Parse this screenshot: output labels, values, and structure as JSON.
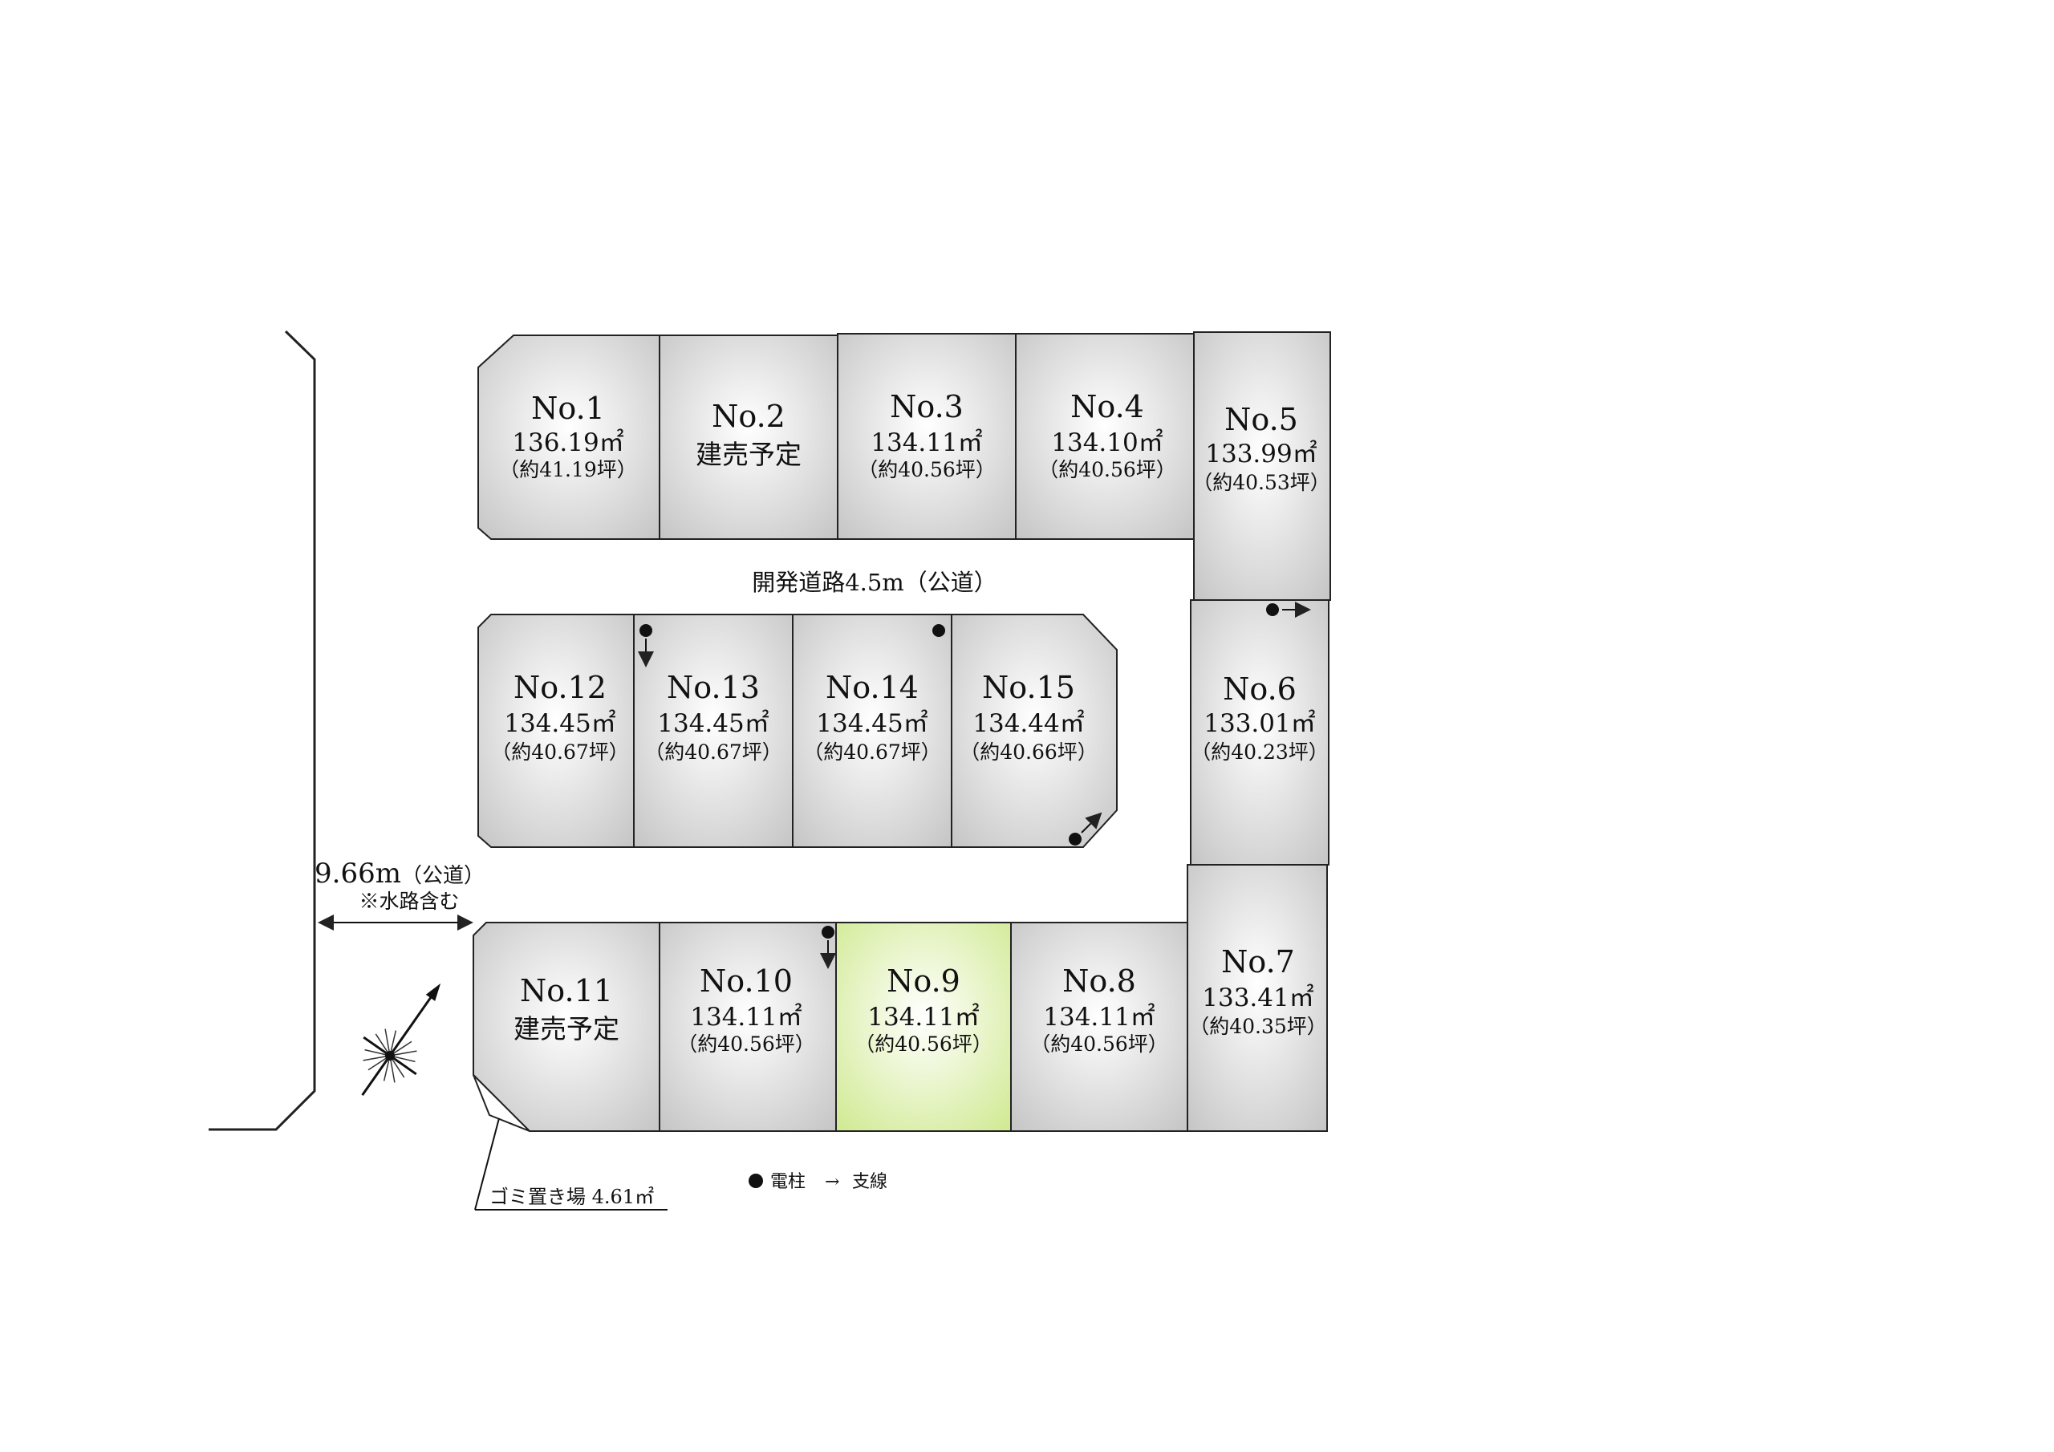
{
  "road": {
    "label": "開発道路4.5m（公道）"
  },
  "west_road": {
    "width": "9.66m",
    "type": "（公道）",
    "note": "※水路含む"
  },
  "garbage": {
    "label": "ゴミ置き場 4.61㎡"
  },
  "legend": {
    "pole_label": "電柱",
    "stay_label": "支線",
    "stay_symbol": "→"
  },
  "colors": {
    "lot_edge": "#c8c8c8",
    "lot_center": "#ffffff",
    "highlight_edge": "#cfe98f",
    "highlight_center": "#ffffff",
    "line": "#222222"
  },
  "lots": [
    {
      "no": "No.1",
      "area": "136.19㎡",
      "tsubo": "（約41.19坪）"
    },
    {
      "no": "No.2",
      "plan": "建売予定"
    },
    {
      "no": "No.3",
      "area": "134.11㎡",
      "tsubo": "（約40.56坪）"
    },
    {
      "no": "No.4",
      "area": "134.10㎡",
      "tsubo": "（約40.56坪）"
    },
    {
      "no": "No.5",
      "area": "133.99㎡",
      "tsubo": "（約40.53坪）"
    },
    {
      "no": "No.6",
      "area": "133.01㎡",
      "tsubo": "（約40.23坪）"
    },
    {
      "no": "No.7",
      "area": "133.41㎡",
      "tsubo": "（約40.35坪）"
    },
    {
      "no": "No.8",
      "area": "134.11㎡",
      "tsubo": "（約40.56坪）"
    },
    {
      "no": "No.9",
      "area": "134.11㎡",
      "tsubo": "（約40.56坪）",
      "highlighted": true
    },
    {
      "no": "No.10",
      "area": "134.11㎡",
      "tsubo": "（約40.56坪）"
    },
    {
      "no": "No.11",
      "plan": "建売予定"
    },
    {
      "no": "No.12",
      "area": "134.45㎡",
      "tsubo": "（約40.67坪）"
    },
    {
      "no": "No.13",
      "area": "134.45㎡",
      "tsubo": "（約40.67坪）"
    },
    {
      "no": "No.14",
      "area": "134.45㎡",
      "tsubo": "（約40.67坪）"
    },
    {
      "no": "No.15",
      "area": "134.44㎡",
      "tsubo": "（約40.66坪）"
    }
  ]
}
